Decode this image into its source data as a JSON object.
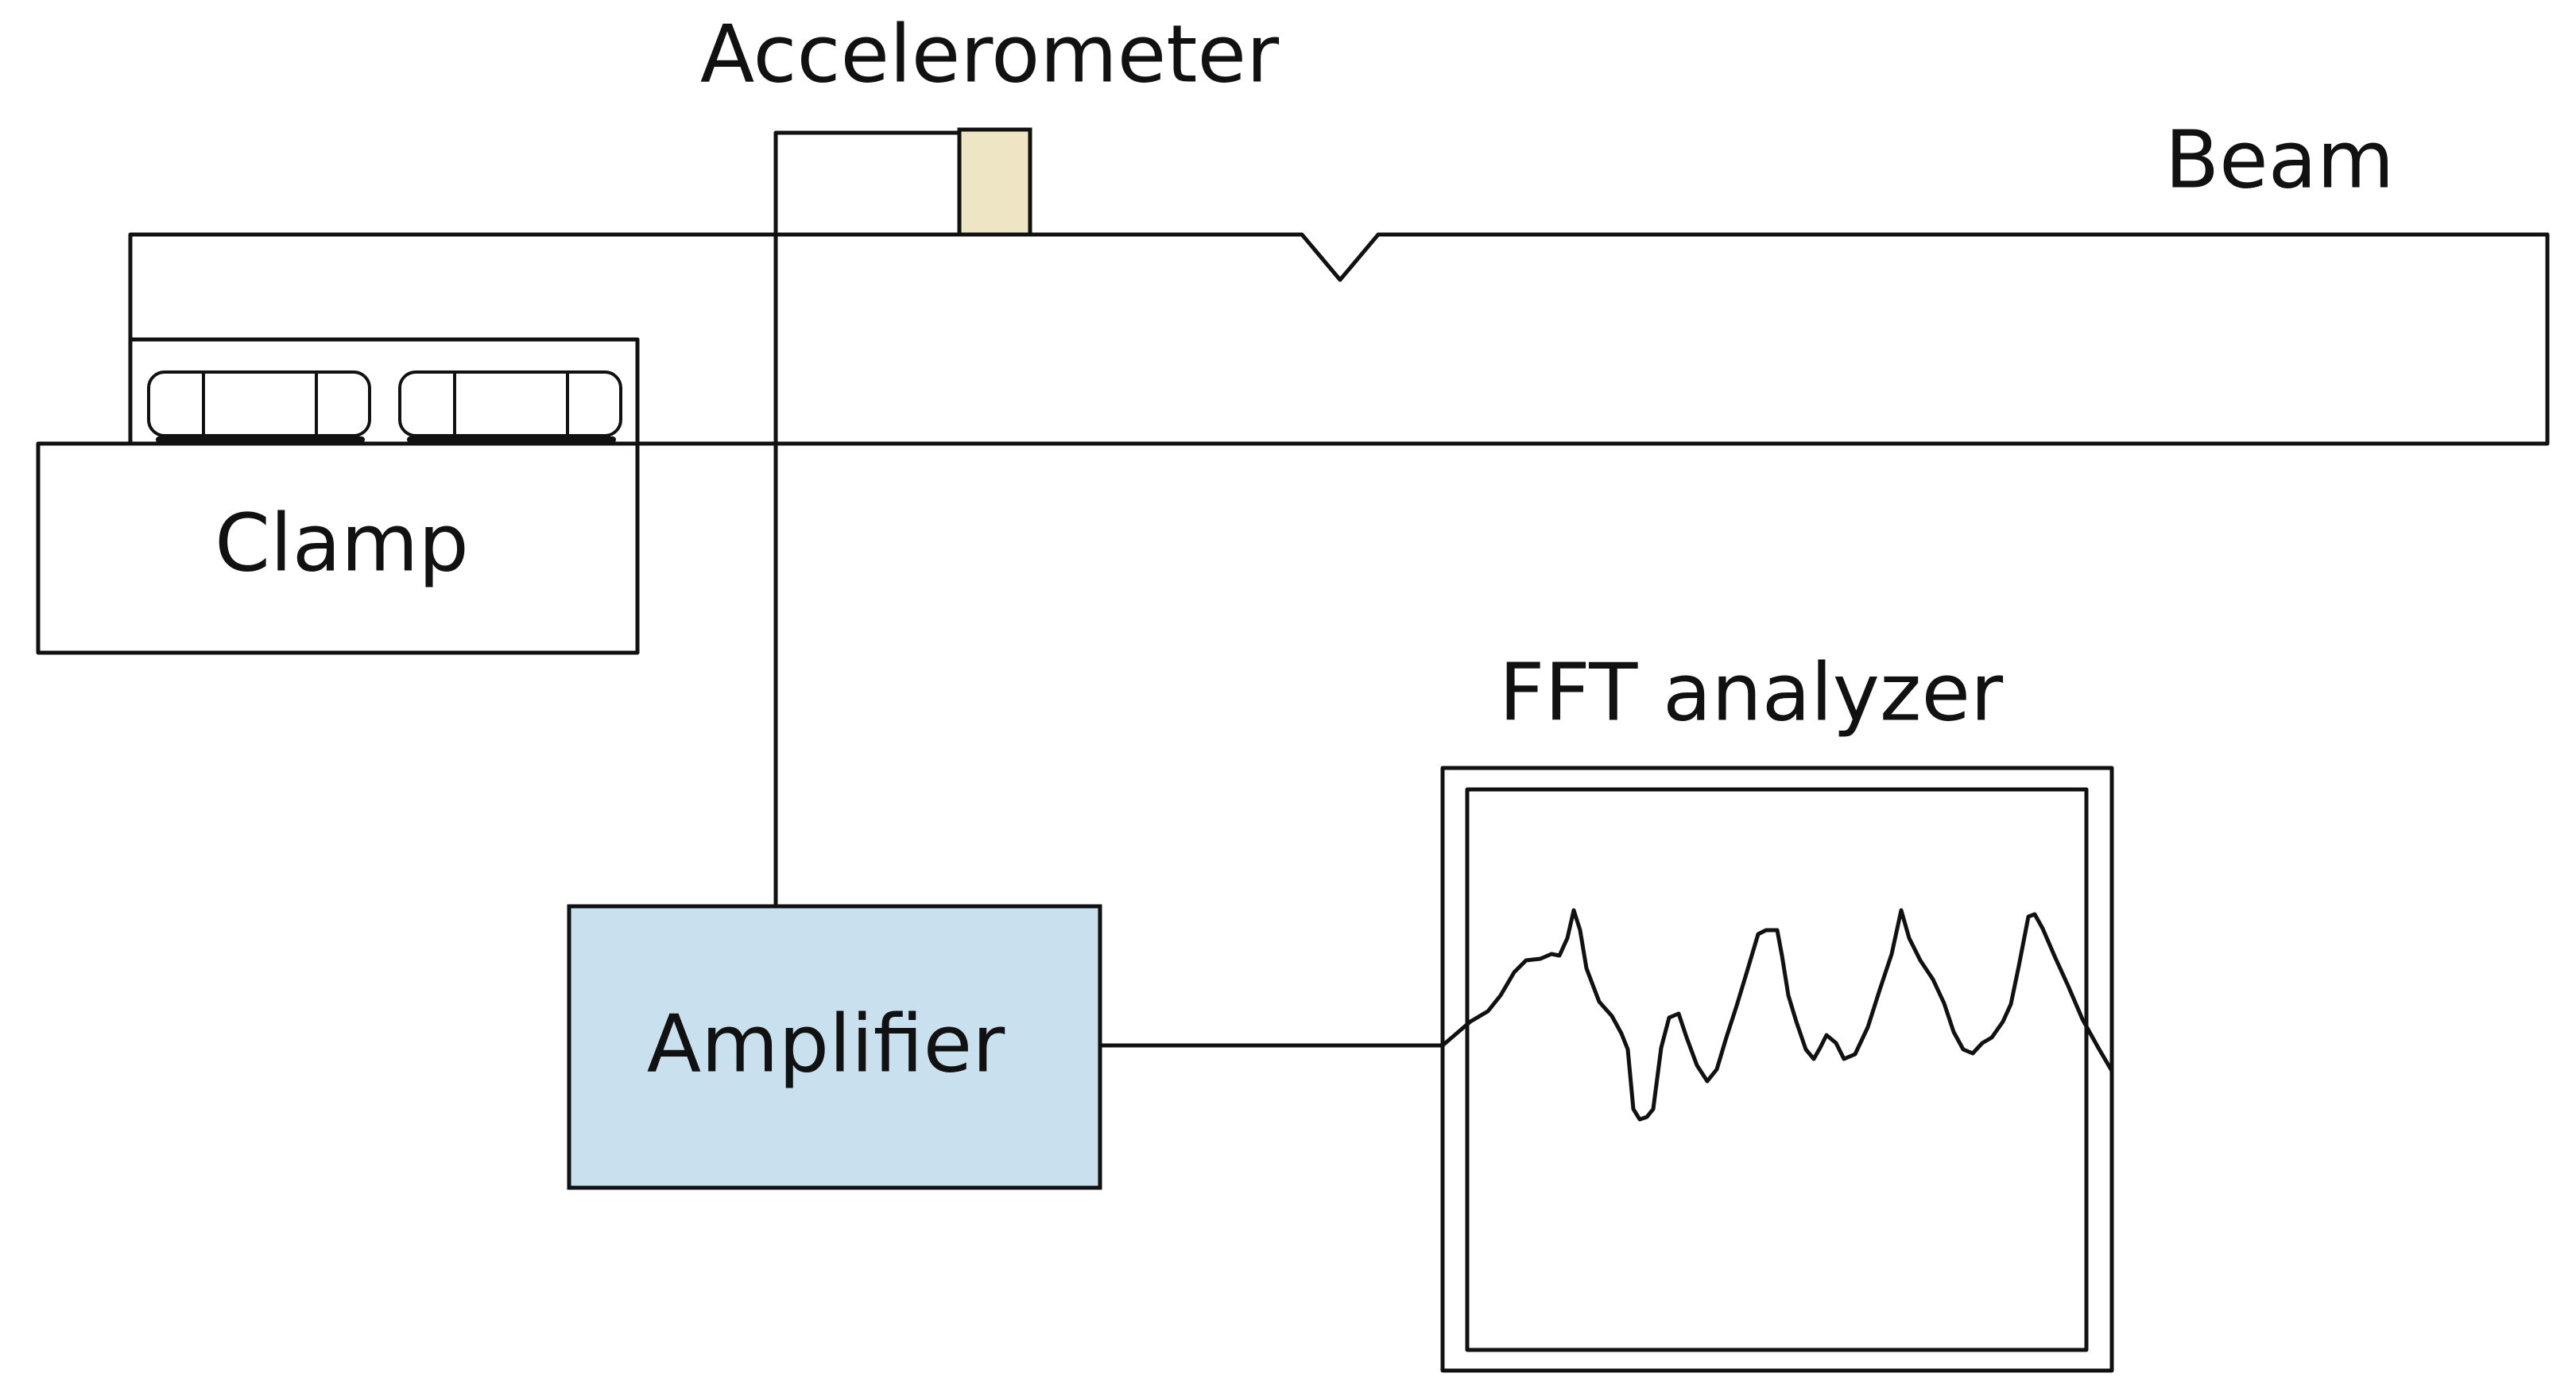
{
  "labels": {
    "accelerometer": "Accelerometer",
    "beam": "Beam",
    "clamp": "Clamp",
    "fft": "FFT analyzer",
    "amplifier": "Amplifier"
  },
  "colors": {
    "line": "#111111",
    "background": "#ffffff",
    "accelerometer_fill": "#ede5c3",
    "amplifier_fill": "#c9e1ef"
  }
}
